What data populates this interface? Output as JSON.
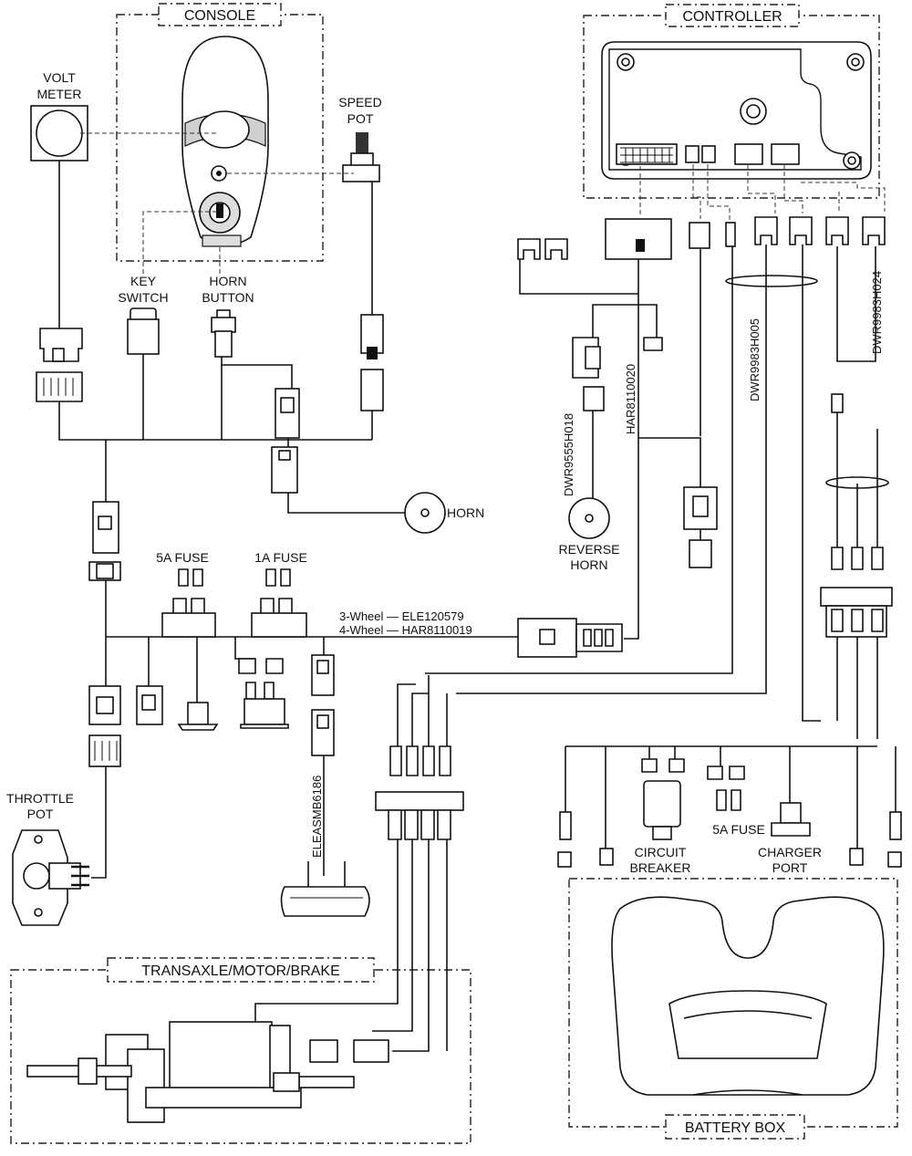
{
  "groups": {
    "console": "CONSOLE",
    "controller": "CONTROLLER",
    "transaxle": "TRANSAXLE/MOTOR/BRAKE",
    "battery_box": "BATTERY BOX"
  },
  "components": {
    "volt_meter": [
      "VOLT",
      "METER"
    ],
    "speed_pot": [
      "SPEED",
      "POT"
    ],
    "key_switch": [
      "KEY",
      "SWITCH"
    ],
    "horn_button": [
      "HORN",
      "BUTTON"
    ],
    "horn": "HORN",
    "reverse_horn": [
      "REVERSE",
      "HORN"
    ],
    "fuse_5a_top": "5A FUSE",
    "fuse_1a": "1A FUSE",
    "throttle_pot": [
      "THROTTLE",
      "POT"
    ],
    "circuit_breaker": [
      "CIRCUIT",
      "BREAKER"
    ],
    "fuse_5a_bottom": "5A FUSE",
    "charger_port": [
      "CHARGER",
      "PORT"
    ]
  },
  "harness_labels": {
    "three_wheel": "3-Wheel — ELE120579",
    "four_wheel": "4-Wheel — HAR8110019",
    "har8110020": "HAR8110020",
    "dwr9555h018": "DWR9555H018",
    "dwr9983h005": "DWR9983H005",
    "dwr9983h024": "DWR9983H024",
    "eleasmb6186": "ELEASMB6186"
  }
}
